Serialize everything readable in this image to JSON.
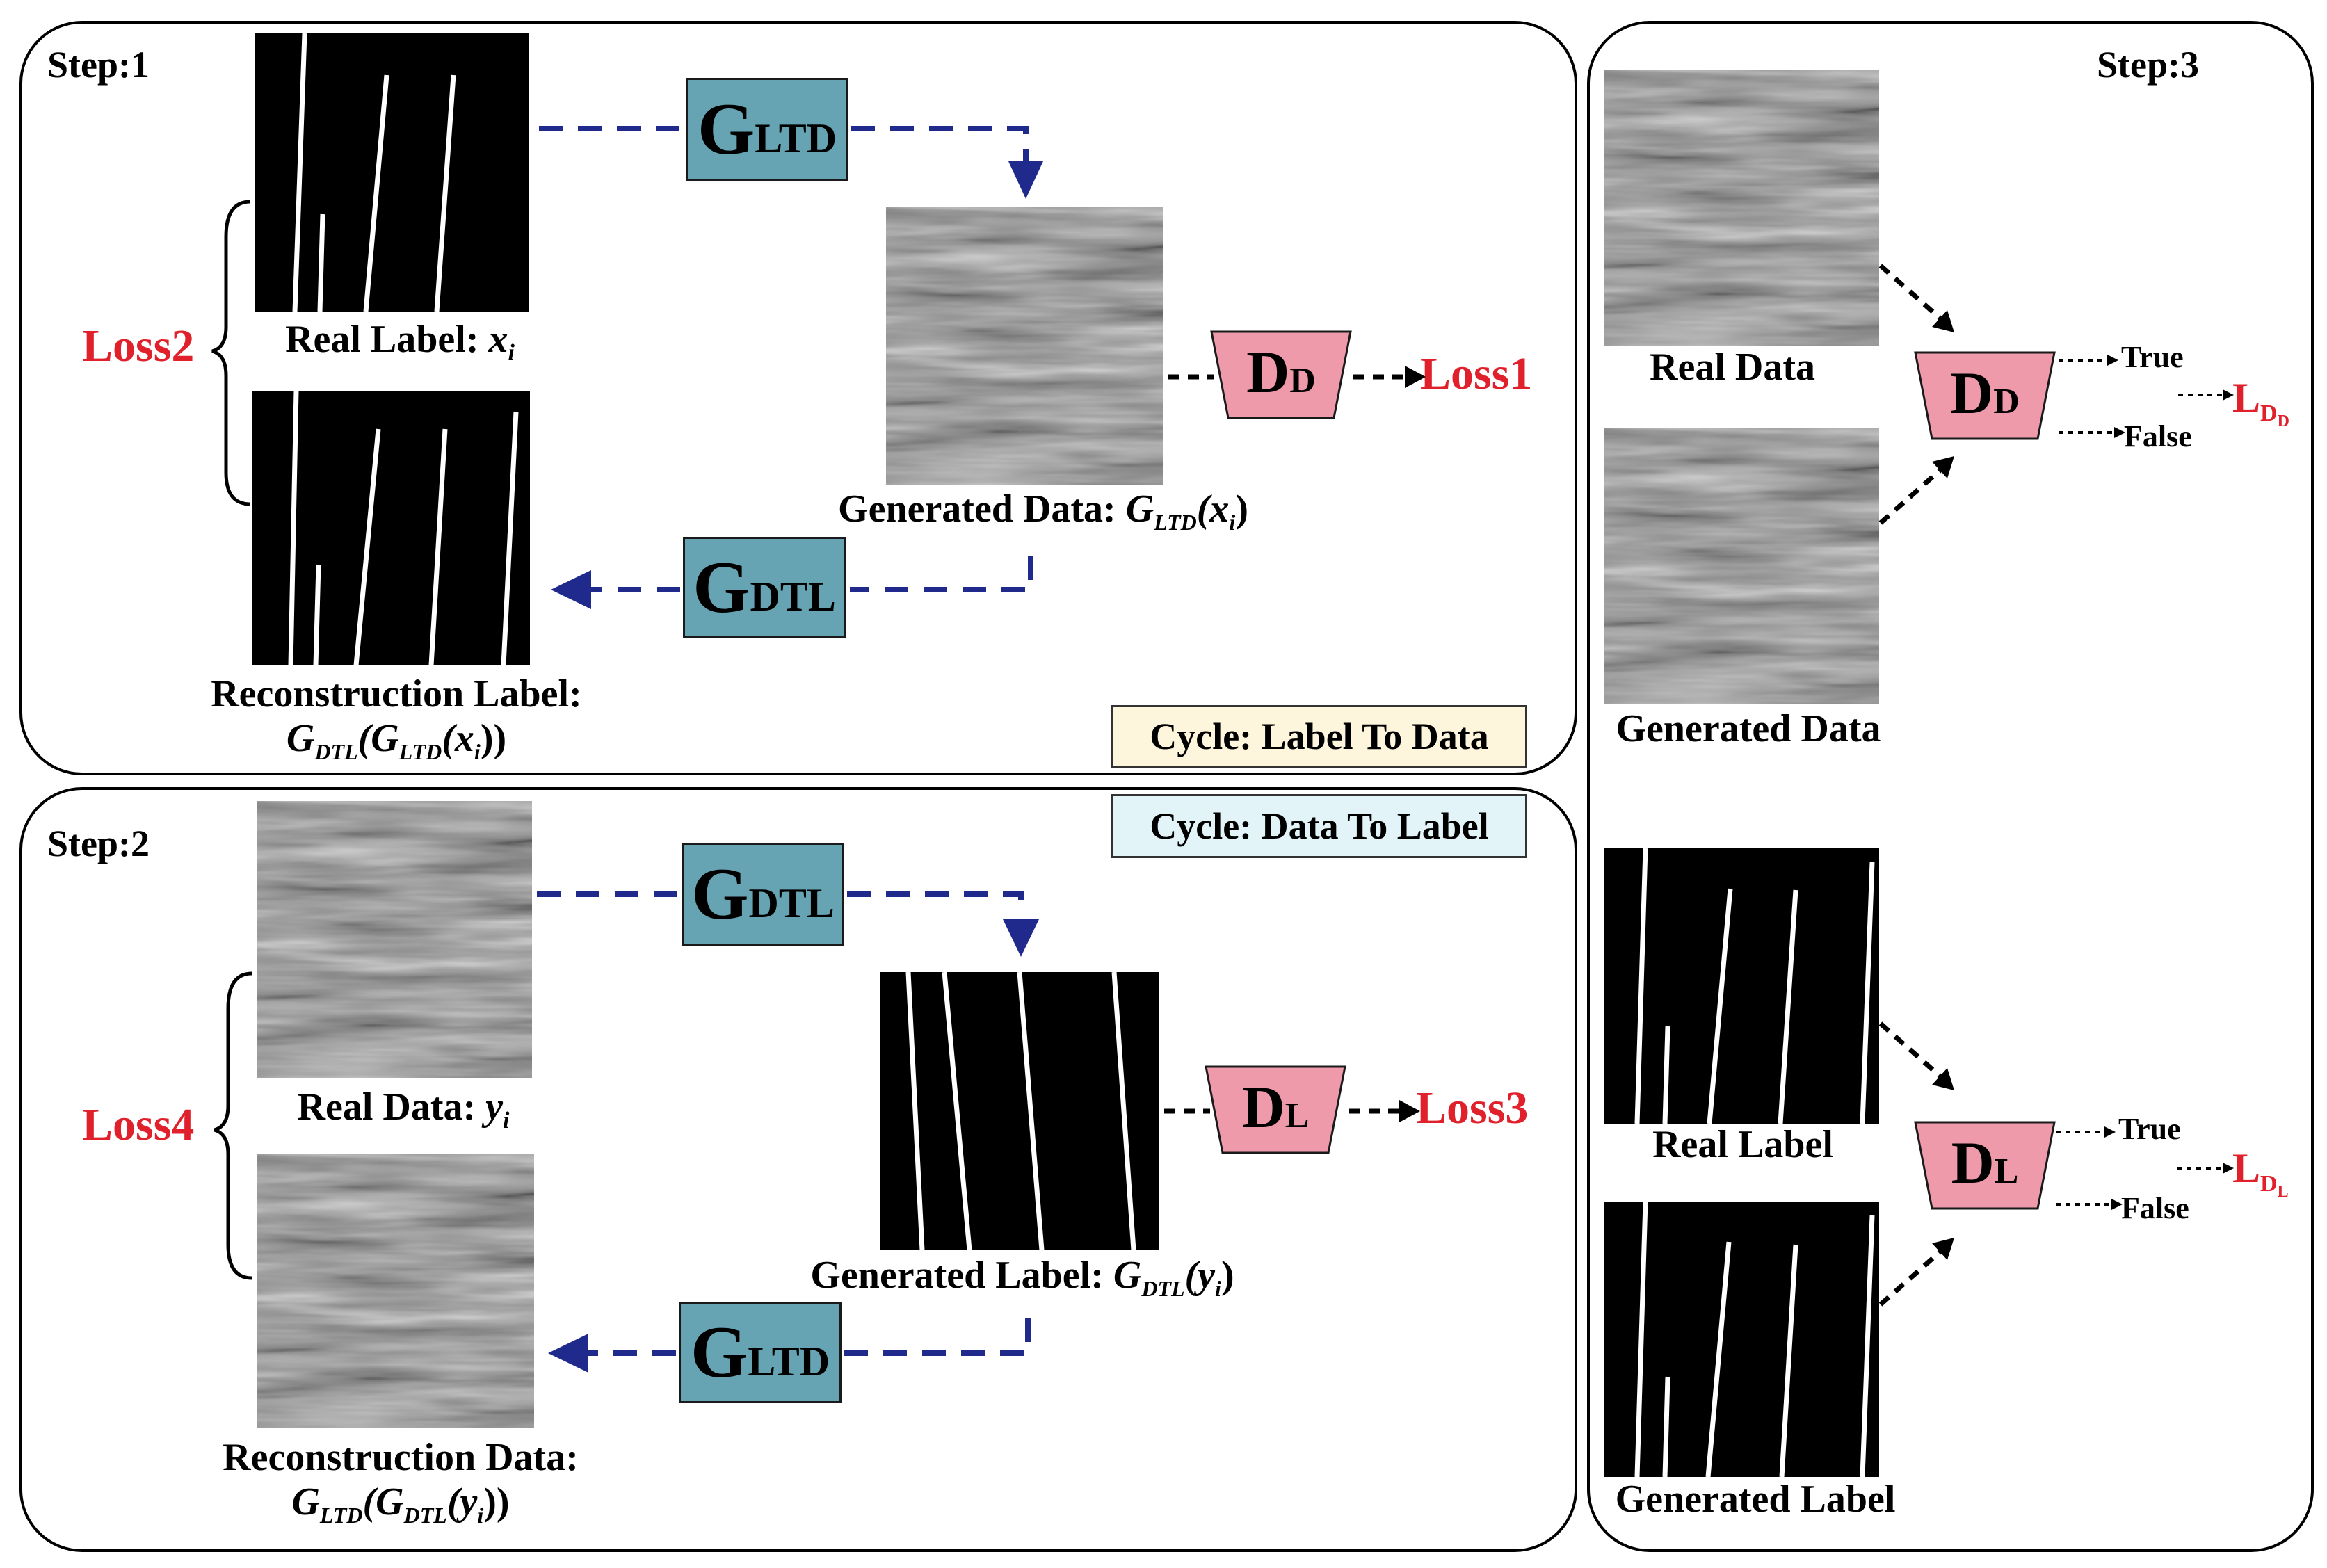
{
  "colors": {
    "generator_box": "#66a4b3",
    "discriminator_box": "#ef9aab",
    "flow_arrow": "#1f2a8c",
    "loss_text": "#e0202a",
    "cycle1_bg": "#fdf6dc",
    "cycle2_bg": "#e2f4f7"
  },
  "step1": {
    "title": "Step:1",
    "real_label_caption": {
      "text": "Real Label: ",
      "var": "x",
      "sub": "i"
    },
    "recon_label_caption": {
      "line1": "Reconstruction Label:",
      "line2_a": "G",
      "line2_b": "DTL",
      "line2_c": "(G",
      "line2_d": "LTD",
      "line2_e": "(x",
      "line2_f": "i",
      "line2_g": "))"
    },
    "generated_caption": {
      "text": "Generated Data: ",
      "g": "G",
      "gsub": "LTD",
      "arg": "(x",
      "argsub": "i",
      "close": ")"
    },
    "gen1": {
      "letter": "G",
      "sub": "LTD"
    },
    "gen2": {
      "letter": "G",
      "sub": "DTL"
    },
    "disc": {
      "letter": "D",
      "sub": "D"
    },
    "loss_out": "Loss1",
    "loss_side": "Loss2",
    "cycle_label": "Cycle: Label To Data"
  },
  "step2": {
    "title": "Step:2",
    "real_data_caption": {
      "text": "Real Data: ",
      "var": "y",
      "sub": "i"
    },
    "recon_data_caption": {
      "line1": "Reconstruction Data:",
      "line2_a": "G",
      "line2_b": "LTD",
      "line2_c": "(G",
      "line2_d": "DTL",
      "line2_e": "(y",
      "line2_f": "i",
      "line2_g": "))"
    },
    "generated_caption": {
      "text": "Generated Label: ",
      "g": "G",
      "gsub": "DTL",
      "arg": "(y",
      "argsub": "i",
      "close": ")"
    },
    "gen1": {
      "letter": "G",
      "sub": "DTL"
    },
    "gen2": {
      "letter": "G",
      "sub": "LTD"
    },
    "disc": {
      "letter": "D",
      "sub": "L"
    },
    "loss_out": "Loss3",
    "loss_side": "Loss4",
    "cycle_label": "Cycle: Data To Label"
  },
  "step3": {
    "title": "Step:3",
    "real_data": "Real Data",
    "generated_data": "Generated Data",
    "real_label": "Real Label",
    "generated_label": "Generated Label",
    "disc_data": {
      "letter": "D",
      "sub": "D"
    },
    "disc_label": {
      "letter": "D",
      "sub": "L"
    },
    "true_text": "True",
    "false_text": "False",
    "loss_data": {
      "letter": "L",
      "sub": "D",
      "subsub": "D"
    },
    "loss_label": {
      "letter": "L",
      "sub": "D",
      "subsub": "L"
    }
  }
}
